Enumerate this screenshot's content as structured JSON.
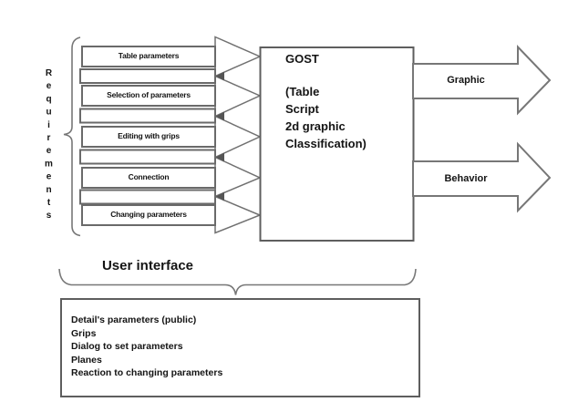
{
  "requirements_label": "Requirements",
  "input_arrows": [
    {
      "label": "Table parameters"
    },
    {
      "label": "Selection of parameters"
    },
    {
      "label": "Editing with grips"
    },
    {
      "label": "Connection"
    },
    {
      "label": "Changing parameters"
    }
  ],
  "gost": {
    "title": "GOST",
    "sub_lines": [
      "(Table",
      "Script",
      "2d graphic",
      "Classification)"
    ]
  },
  "output_arrows": [
    {
      "label": "Graphic"
    },
    {
      "label": "Behavior"
    }
  ],
  "user_interface_label": "User interface",
  "bottom_box": {
    "items": [
      "Detail's parameters (public)",
      "Grips",
      "Dialog to set parameters",
      "Planes",
      "Reaction to changing parameters"
    ]
  },
  "colors": {
    "line_gray": "#6a6a6a",
    "thin_gray": "#707070",
    "box_gray": "#5e5e5e",
    "text_black": "#141414",
    "background": "#ffffff"
  }
}
